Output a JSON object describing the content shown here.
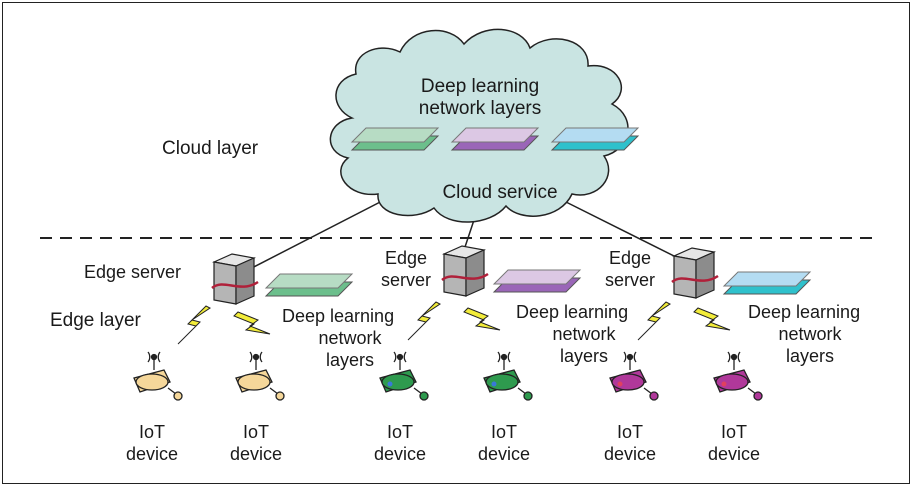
{
  "cloud": {
    "layer_label": "Cloud layer",
    "dl_title_line1": "Deep learning",
    "dl_title_line2": "network layers",
    "service_label": "Cloud service"
  },
  "edge": {
    "layer_label": "Edge layer",
    "servers": [
      {
        "label_line1": "Edge server",
        "label_line2": "",
        "dl_line1": "Deep learning",
        "dl_line2": "network",
        "dl_line3": "layers"
      },
      {
        "label_line1": "Edge",
        "label_line2": "server",
        "dl_line1": "Deep learning",
        "dl_line2": "network",
        "dl_line3": "layers"
      },
      {
        "label_line1": "Edge",
        "label_line2": "server",
        "dl_line1": "Deep learning",
        "dl_line2": "network",
        "dl_line3": "layers"
      }
    ]
  },
  "devices": [
    {
      "line1": "IoT",
      "line2": "device"
    },
    {
      "line1": "IoT",
      "line2": "device"
    },
    {
      "line1": "IoT",
      "line2": "device"
    },
    {
      "line1": "IoT",
      "line2": "device"
    },
    {
      "line1": "IoT",
      "line2": "device"
    },
    {
      "line1": "IoT",
      "line2": "device"
    }
  ],
  "colors": {
    "cloud_fill": "#c9e4e2",
    "green_light": "#b7dcc4",
    "green_dark": "#6cbf8c",
    "purple_light": "#dcc8e4",
    "purple_dark": "#9a66b8",
    "blue_light": "#b4dcf2",
    "blue_dark": "#2fc1cc",
    "device_yellow": "#f5d79a",
    "device_green": "#2e9a4e",
    "device_magenta": "#b0389a",
    "lightning": "#f2ec3a",
    "server_gray": "#9a9a9a"
  }
}
